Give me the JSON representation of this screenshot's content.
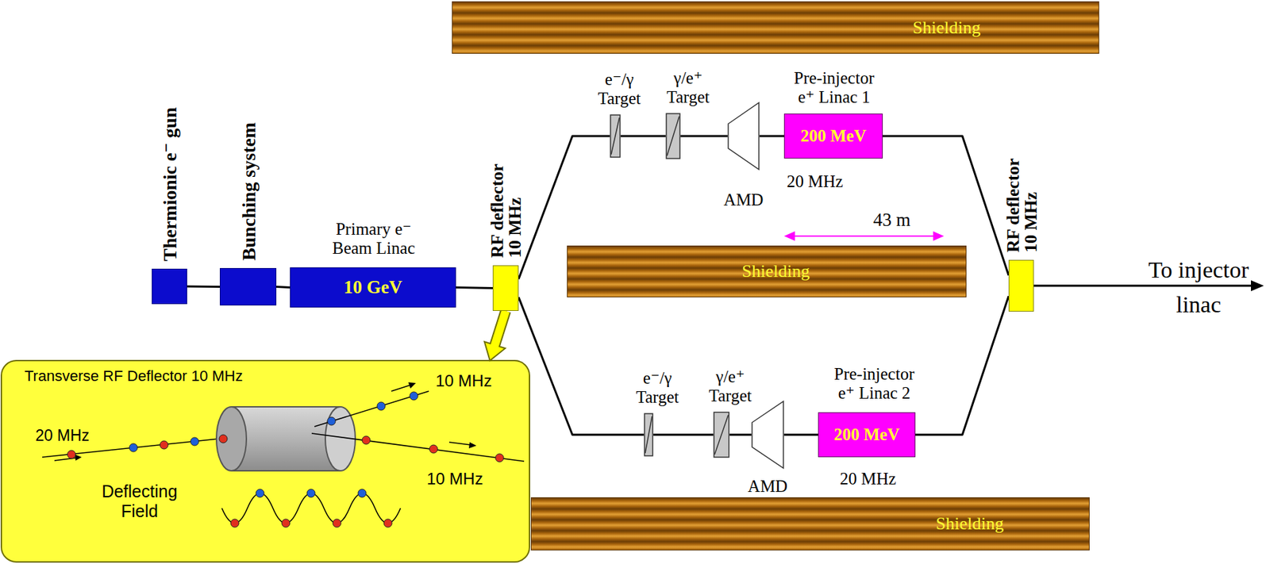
{
  "diagram": {
    "nodes": [
      {
        "text": [
          "Shielding"
        ]
      },
      {
        "text": [
          "Thermionic e⁻ gun"
        ]
      },
      {
        "text": [
          "Bunching system"
        ]
      },
      {
        "text": [
          "Primary e⁻ Beam Linac",
          "10 GeV"
        ]
      },
      {
        "text": [
          "RF deflector 10 MHz"
        ]
      },
      {
        "text": [
          "e⁻/γ Target"
        ]
      },
      {
        "text": [
          "γ/e⁺ Target"
        ]
      },
      {
        "text": [
          "AMD"
        ]
      },
      {
        "text": [
          "Pre-injector e⁺ Linac 1",
          "200 MeV"
        ]
      },
      {
        "text": [
          "RF deflector 10 MHz"
        ]
      },
      {
        "text": [
          "Shielding"
        ]
      },
      {
        "text": [
          "e⁻/γ Target"
        ]
      },
      {
        "text": [
          "γ/e⁺ Target"
        ]
      },
      {
        "text": [
          "AMD"
        ]
      },
      {
        "text": [
          "Pre-injector e⁺ Linac 2",
          "200 MeV"
        ]
      },
      {
        "text": [
          "Shielding"
        ]
      },
      {
        "text": [
          "Transverse RF Deflector 10 MHz"
        ]
      }
    ],
    "edges": [
      {
        "from": 1,
        "to": 2,
        "arrow": "none"
      },
      {
        "from": 2,
        "to": 3,
        "arrow": "none"
      },
      {
        "from": 3,
        "to": 4,
        "arrow": "none"
      },
      {
        "from": 4,
        "to": 5,
        "arrow": "none"
      },
      {
        "from": 5,
        "to": 6,
        "arrow": "none"
      },
      {
        "from": 6,
        "to": 7,
        "arrow": "none"
      },
      {
        "from": 7,
        "to": 8,
        "arrow": "none"
      },
      {
        "from": 8,
        "to": 9,
        "arrow": "none"
      },
      {
        "from": 4,
        "to": 11,
        "arrow": "none"
      },
      {
        "from": 11,
        "to": 12,
        "arrow": "none"
      },
      {
        "from": 12,
        "to": 13,
        "arrow": "none"
      },
      {
        "from": 13,
        "to": 14,
        "arrow": "none"
      },
      {
        "from": 14,
        "to": 9,
        "arrow": "none"
      },
      {
        "from": 4,
        "to": 16,
        "arrow": "to"
      }
    ],
    "labels": [
      "20 MHz",
      "43 m",
      "To injector linac",
      "20 MHz",
      "20 MHz",
      "10 MHz",
      "10 MHz",
      "Deflecting Field"
    ]
  }
}
